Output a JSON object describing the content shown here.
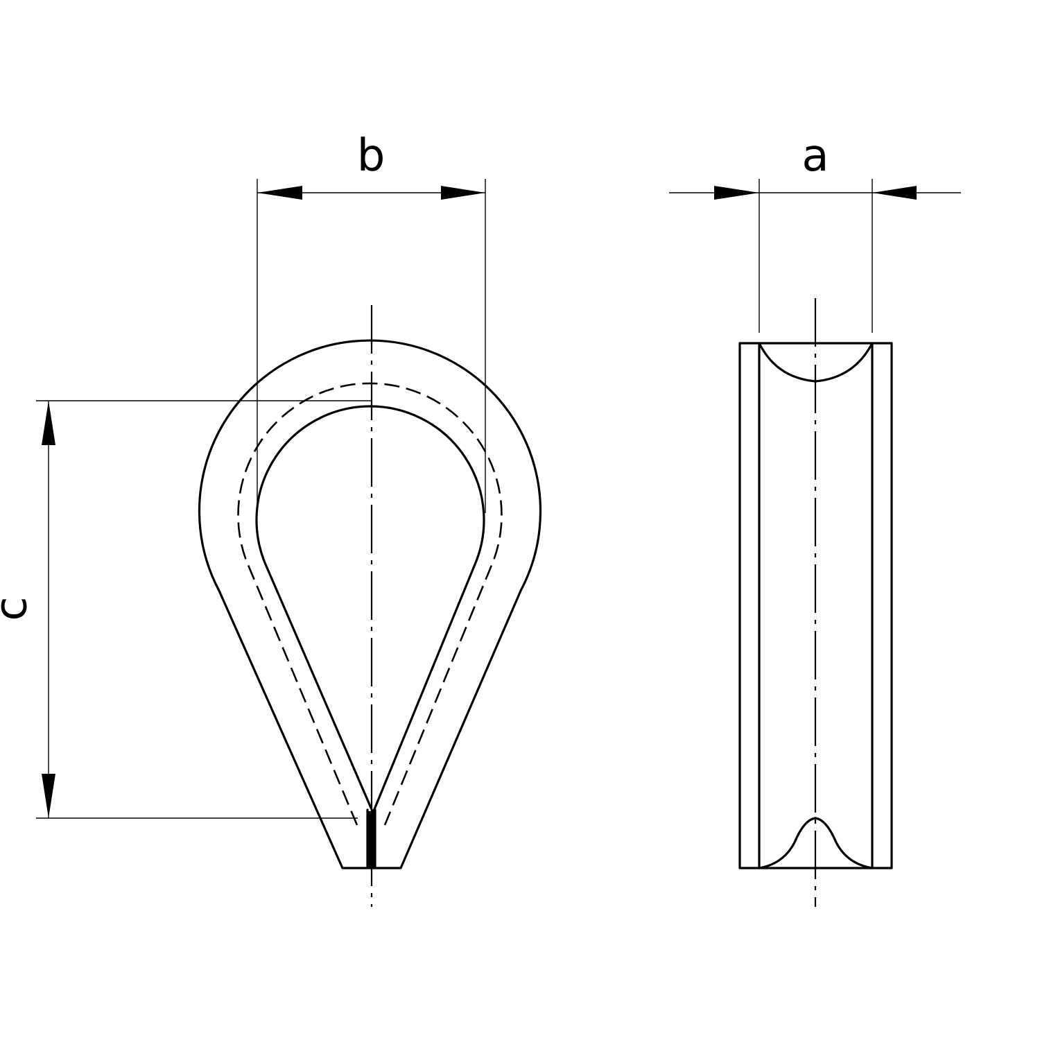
{
  "drawing": {
    "line_color": "#000000",
    "background": "#ffffff",
    "views": [
      {
        "name": "front-view",
        "shape": "wire-rope-thimble"
      },
      {
        "name": "side-view",
        "shape": "wire-rope-thimble-profile"
      }
    ],
    "dimensions": {
      "b": "b",
      "a": "a",
      "c": "c"
    }
  }
}
